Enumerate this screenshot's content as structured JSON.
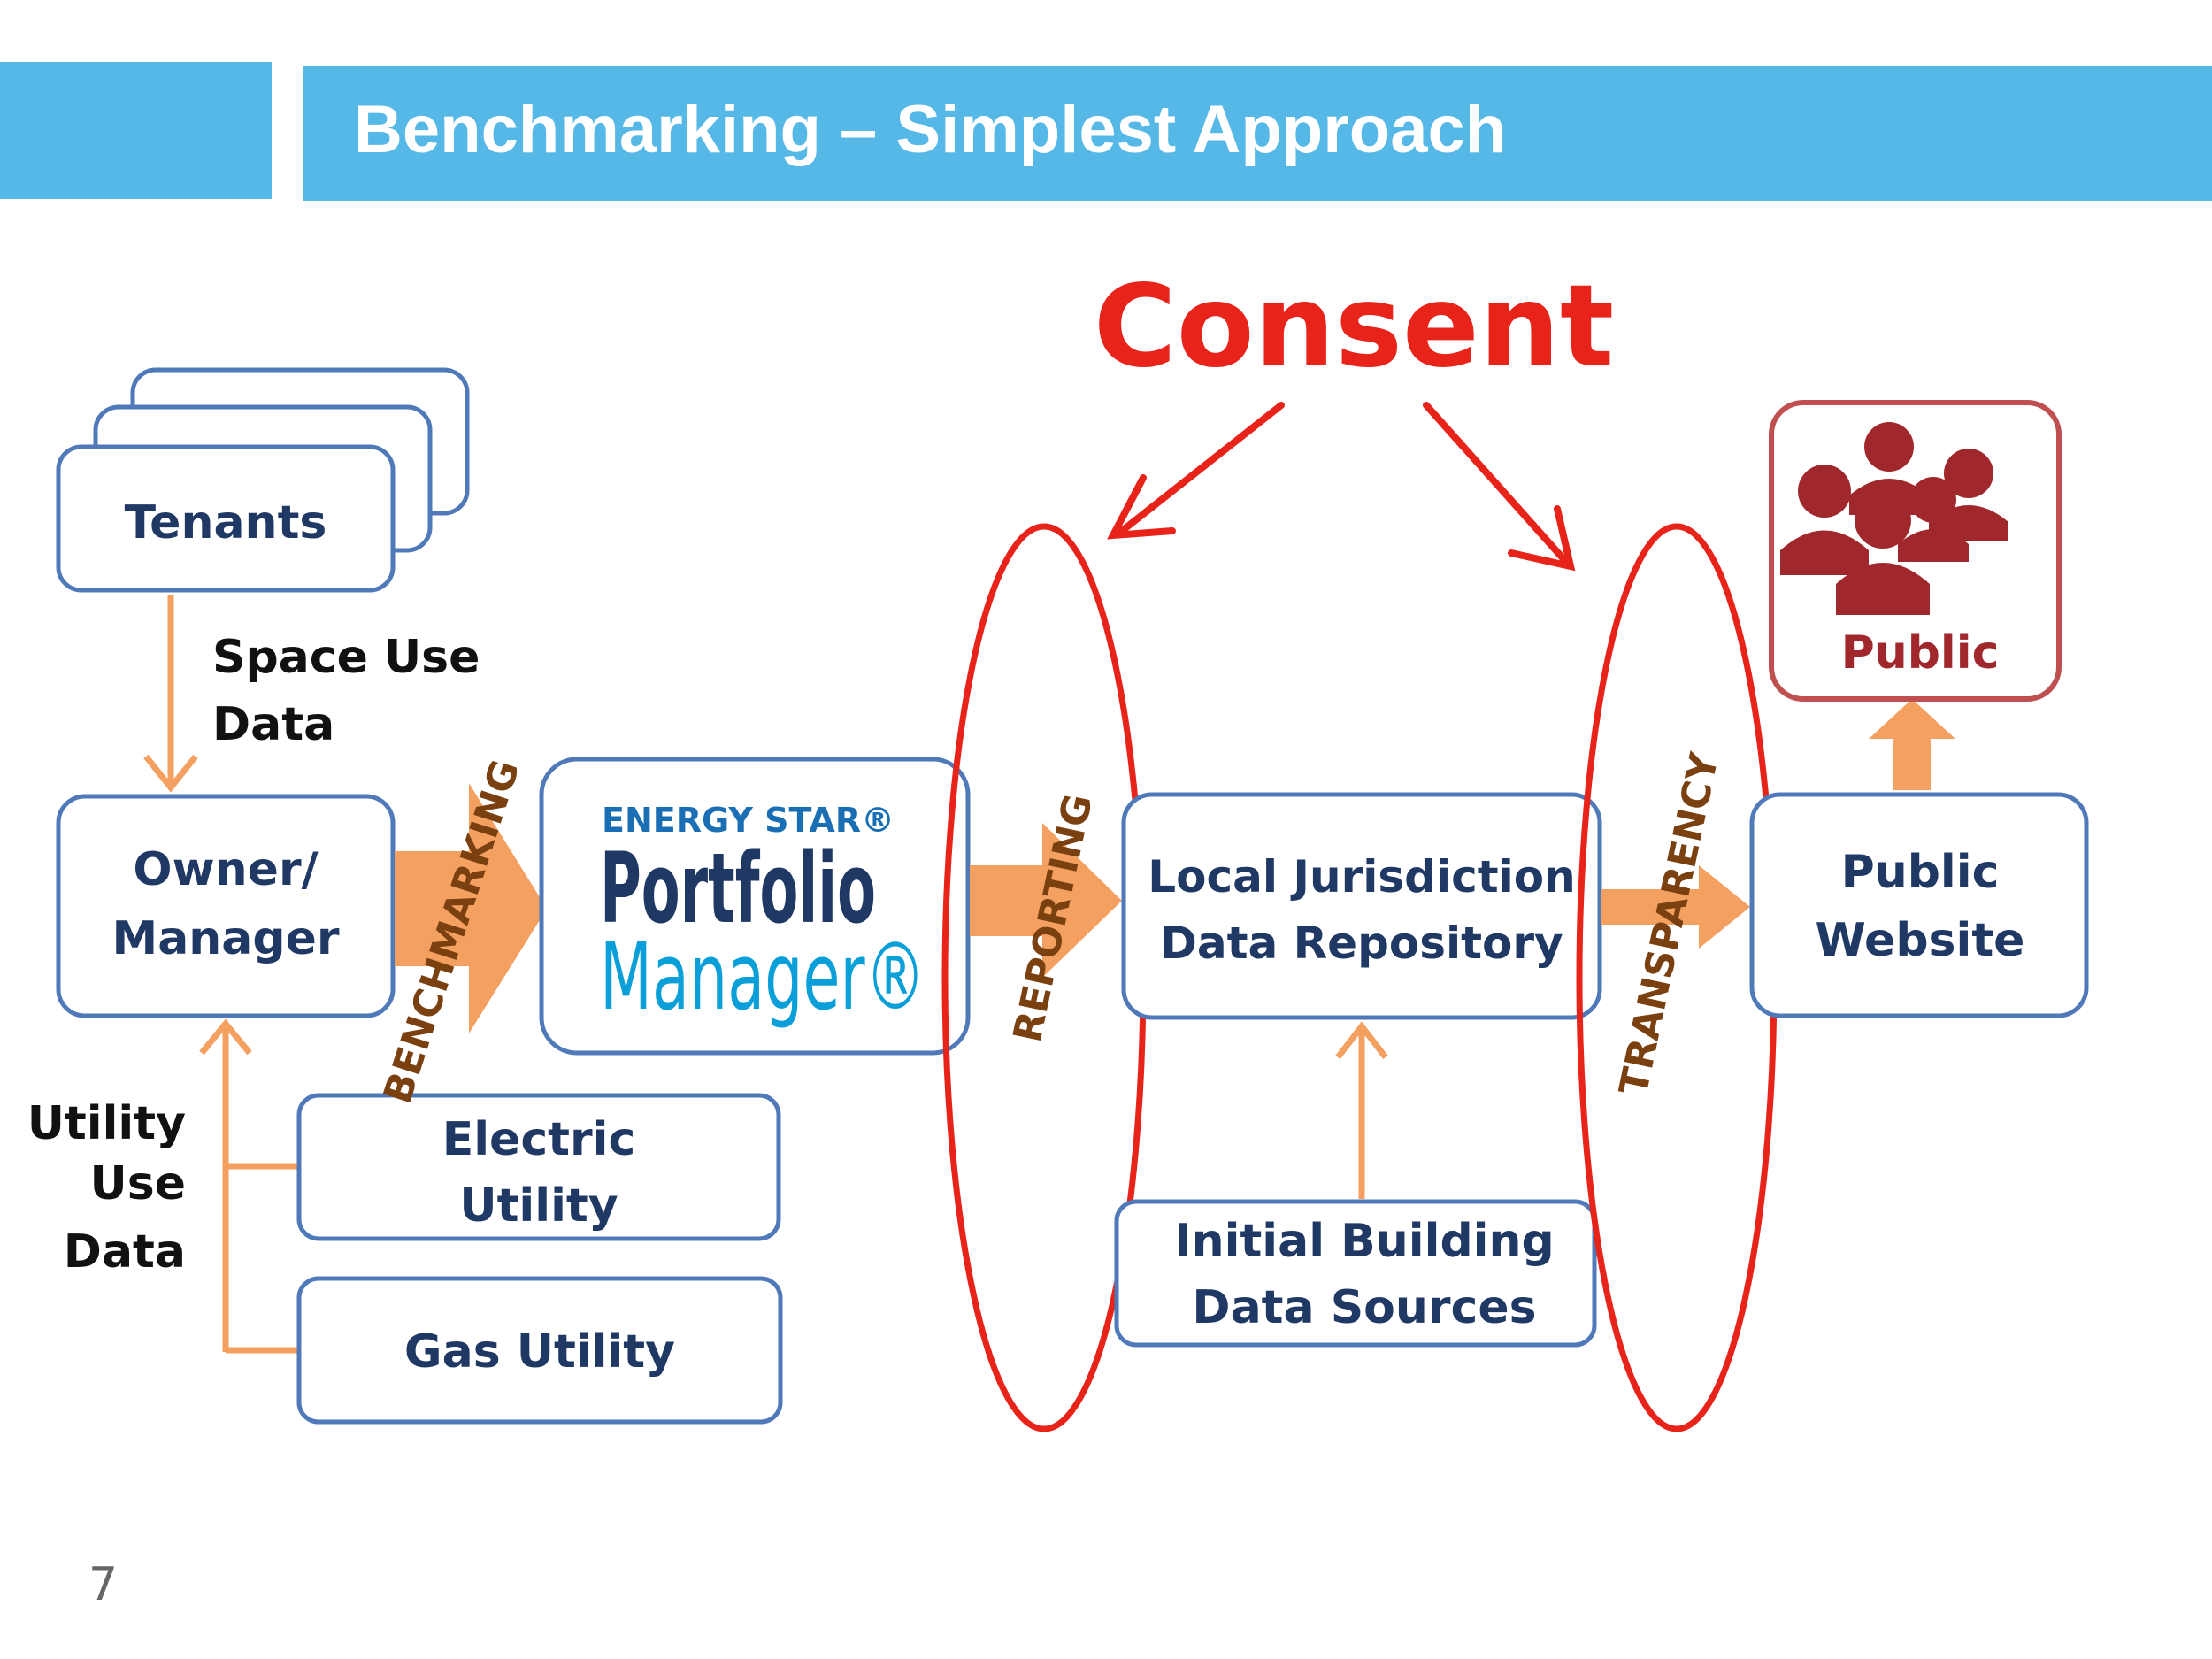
{
  "title": "Benchmarking – Simplest Approach",
  "consent": "Consent",
  "page_number": "7",
  "colors": {
    "header_blue": "#56b8e6",
    "box_border": "#4f79b8",
    "box_text": "#1f3864",
    "orange": "#f4a060",
    "red": "#e8231a",
    "public_red": "#a0282c"
  },
  "boxes": {
    "tenants": "Tenants",
    "owner": [
      "Owner/",
      "Manager"
    ],
    "electric": [
      "Electric",
      "Utility"
    ],
    "gas": "Gas Utility",
    "repository": [
      "Local Jurisdiction",
      "Data Repository"
    ],
    "sources": [
      "Initial Building",
      "Data Sources"
    ],
    "website": [
      "Public",
      "Website"
    ],
    "public": "Public"
  },
  "labels": {
    "space_use": [
      "Space Use",
      "Data"
    ],
    "utility_use": [
      "Utility",
      "Use",
      "Data"
    ]
  },
  "flows": {
    "benchmarking": "BENCHMARKING",
    "reporting": "REPORTING",
    "transparency": "TRANSPARENCY"
  },
  "logo": {
    "energy_star": "ENERGY STAR®",
    "portfolio": "Portfolio",
    "manager": "Manager®"
  },
  "icons": {
    "public": "people-group-icon"
  }
}
